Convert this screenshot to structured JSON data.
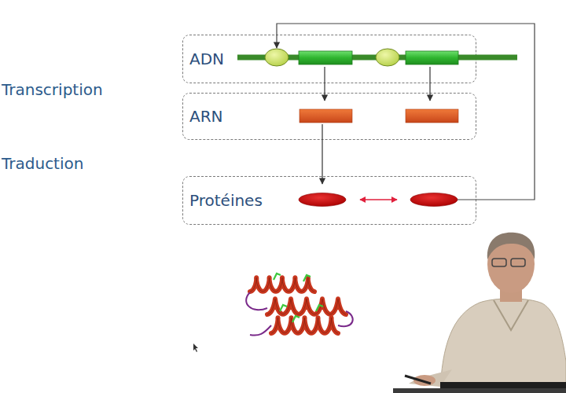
{
  "diagram": {
    "nodes": [
      {
        "text": [
          "ADN"
        ]
      },
      {
        "text": [
          "ARN"
        ]
      },
      {
        "text": [
          "Protéines"
        ]
      }
    ],
    "labels": [
      "Transcription",
      "Traduction"
    ]
  }
}
